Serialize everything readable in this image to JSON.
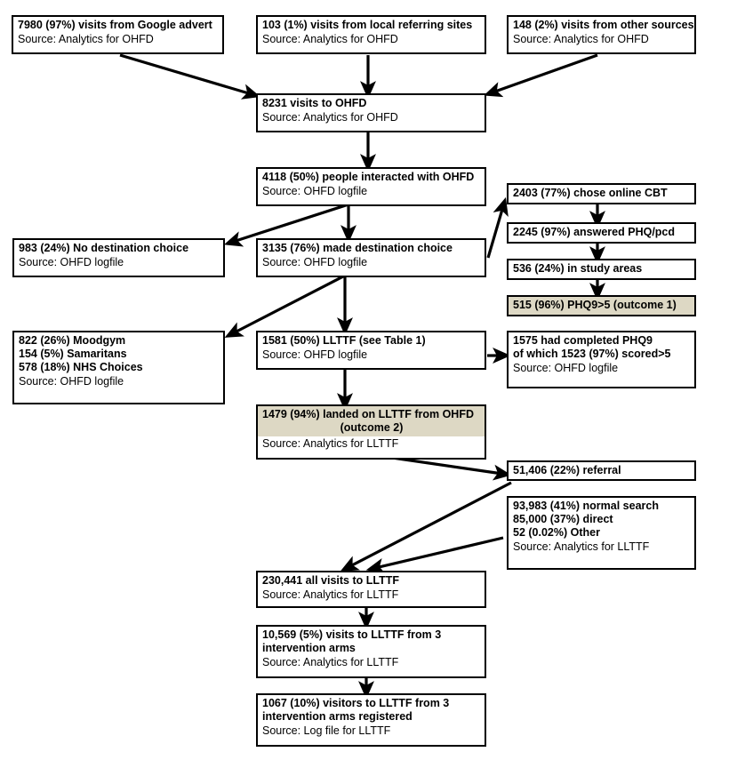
{
  "diagram": {
    "title": "OHFD to LLTTF visitor flow chart",
    "colors": {
      "outline": "#000000",
      "background": "#ffffff",
      "highlight": "#DDD8C4"
    },
    "nodes": [
      {
        "id": "google-advert",
        "lines": [
          "7980 (97%) visits from Google advert"
        ],
        "source": "Source: Analytics for OHFD",
        "highlighted": false
      },
      {
        "id": "local-referring-sites",
        "lines": [
          "103 (1%) visits from local referring sites"
        ],
        "source": "Source: Analytics for OHFD",
        "highlighted": false
      },
      {
        "id": "other-sources",
        "lines": [
          "148 (2%) visits from other sources"
        ],
        "source": "Source: Analytics for OHFD",
        "highlighted": false
      },
      {
        "id": "visits-to-ohfd",
        "lines": [
          "8231 visits to OHFD"
        ],
        "source": "Source: Analytics for OHFD",
        "highlighted": false
      },
      {
        "id": "people-interacted",
        "lines": [
          "4118 (50%) people interacted with OHFD"
        ],
        "source": "Source: OHFD logfile",
        "highlighted": false
      },
      {
        "id": "no-destination-choice",
        "lines": [
          "983 (24%) No destination choice"
        ],
        "source": "Source: OHFD logfile",
        "highlighted": false
      },
      {
        "id": "made-destination-choice",
        "lines": [
          "3135 (76%) made destination choice"
        ],
        "source": "Source: OHFD logfile",
        "highlighted": false
      },
      {
        "id": "chose-online-cbt",
        "lines": [
          "2403 (77%) chose online CBT"
        ],
        "source": "",
        "highlighted": false
      },
      {
        "id": "answered-phq",
        "lines": [
          "2245 (97%) answered PHQ/pcd"
        ],
        "source": "",
        "highlighted": false
      },
      {
        "id": "in-study-areas",
        "lines": [
          "536 (24%) in study areas"
        ],
        "source": "",
        "highlighted": false
      },
      {
        "id": "phq9-outcome-1",
        "lines": [
          "515 (96%) PHQ9>5 (outcome 1)"
        ],
        "source": "",
        "highlighted": true
      },
      {
        "id": "other-destinations",
        "lines": [
          "822 (26%) Moodgym",
          "154 (5%)  Samaritans",
          "578 (18%) NHS Choices"
        ],
        "source": "Source: OHFD logfile",
        "highlighted": false
      },
      {
        "id": "llttf-table1",
        "lines": [
          "1581 (50%) LLTTF (see Table 1)"
        ],
        "source": "Source: OHFD logfile",
        "highlighted": false
      },
      {
        "id": "completed-phq9",
        "lines": [
          "1575 had completed PHQ9",
          "of which 1523 (97%) scored>5"
        ],
        "source": "Source: OHFD logfile",
        "highlighted": false
      },
      {
        "id": "landed-on-llttf",
        "lines": [
          "1479 (94%) landed on LLTTF from OHFD",
          "(outcome 2)"
        ],
        "source": "Source: Analytics for LLTTF",
        "highlighted": true
      },
      {
        "id": "referral",
        "lines": [
          "51,406 (22%) referral"
        ],
        "source": "",
        "highlighted": false
      },
      {
        "id": "other-traffic",
        "lines": [
          "93,983 (41%) normal search",
          "85,000 (37%) direct",
          "52 (0.02%) Other"
        ],
        "source": "Source: Analytics for LLTTF",
        "highlighted": false
      },
      {
        "id": "all-visits-llttf",
        "lines": [
          "230,441 all visits to LLTTF"
        ],
        "source": "Source: Analytics for LLTTF",
        "highlighted": false
      },
      {
        "id": "visits-3-arms",
        "lines": [
          "10,569 (5%) visits to LLTTF from 3",
          "intervention arms"
        ],
        "source": "Source: Analytics for LLTTF",
        "highlighted": false
      },
      {
        "id": "visitors-registered",
        "lines": [
          "1067 (10%) visitors to LLTTF from 3",
          "intervention arms registered"
        ],
        "source": "Source: Log file for LLTTF",
        "highlighted": false
      }
    ]
  }
}
